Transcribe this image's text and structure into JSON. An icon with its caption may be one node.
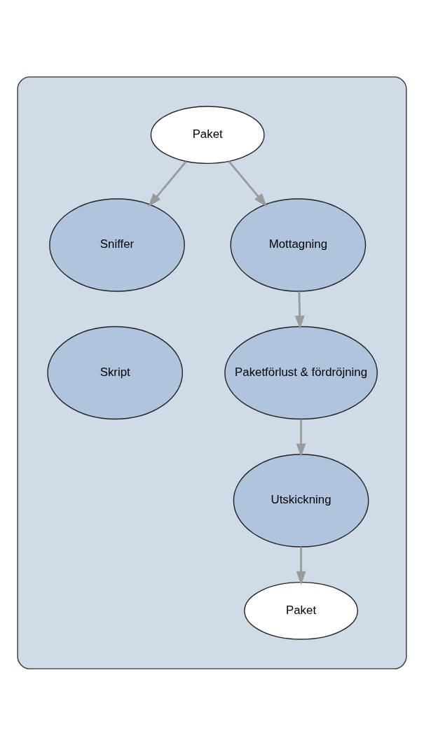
{
  "diagram": {
    "nodes": [
      {
        "text": [],
        "shape": "box"
      },
      {
        "text": [
          "Paket"
        ],
        "in": 0
      },
      {
        "text": [
          "Sniffer"
        ],
        "in": 0
      },
      {
        "text": [
          "Mottagning"
        ],
        "in": 0
      },
      {
        "text": [
          "Skript"
        ],
        "in": 0
      },
      {
        "text": [
          "Paketförlust & fördröjning"
        ],
        "in": 0
      },
      {
        "text": [
          "Utskickning"
        ],
        "in": 0
      },
      {
        "text": [
          "Paket"
        ],
        "in": 0
      }
    ],
    "edges": [
      {
        "from": 1,
        "to": 2,
        "arrow": "to"
      },
      {
        "from": 1,
        "to": 3,
        "arrow": "to"
      },
      {
        "from": 3,
        "to": 5,
        "arrow": "to"
      },
      {
        "from": 5,
        "to": 6,
        "arrow": "to"
      },
      {
        "from": 6,
        "to": 7,
        "arrow": "to"
      }
    ]
  }
}
